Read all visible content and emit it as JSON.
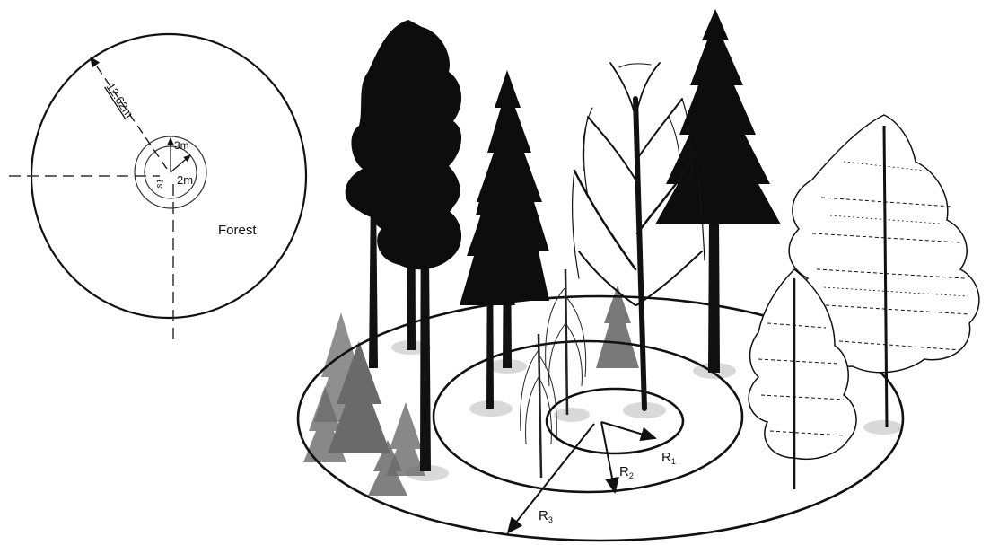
{
  "left_plot": {
    "radius_outer_label": "12.62m",
    "radius_mid_label": "3m",
    "radius_inner_label": "2m",
    "center_label": "s1",
    "area_label": "Forest"
  },
  "right_plot": {
    "r1_label": "R",
    "r1_sub": "1",
    "r2_label": "R",
    "r2_sub": "2",
    "r3_label": "R",
    "r3_sub": "3"
  },
  "colors": {
    "ink": "#111111",
    "ground_shadow": "#d9d9d9",
    "gray_spruce": "#6a6a6a"
  },
  "icons": [
    "pine-tree-icon",
    "spruce-tree-icon",
    "birch-tree-icon",
    "conifer-tree-icon"
  ]
}
